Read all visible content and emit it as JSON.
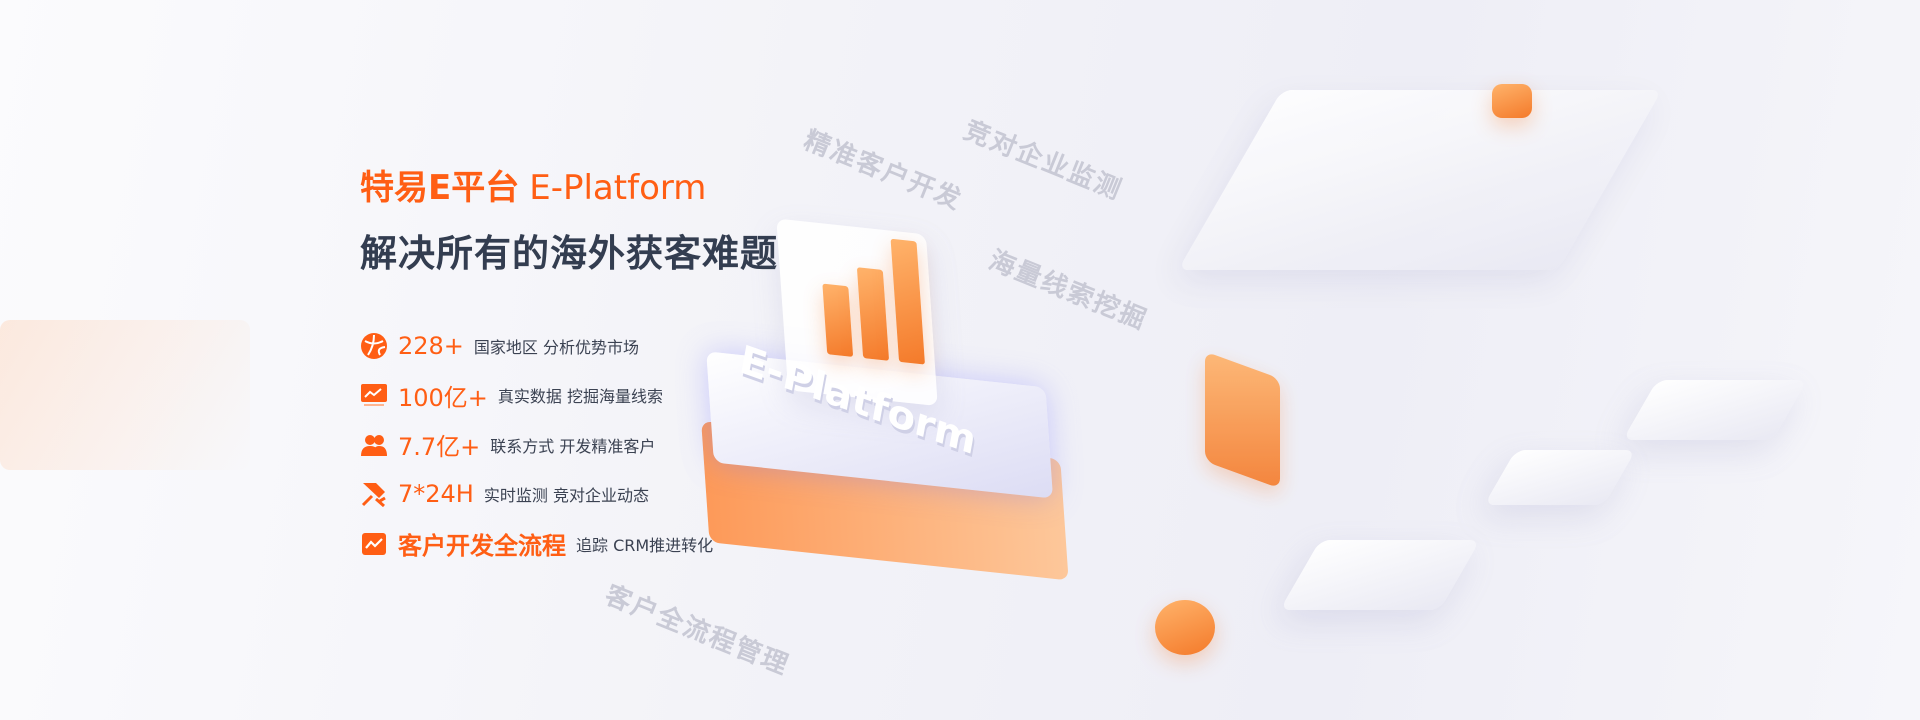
{
  "headline": {
    "brand": "特易E平台",
    "brand_en": "E-Platform",
    "subtitle": "解决所有的海外获客难题"
  },
  "features": [
    {
      "icon": "globe-icon",
      "value": "228+",
      "desc": "国家地区 分析优势市场"
    },
    {
      "icon": "monitor-chart-icon",
      "value": "100亿+",
      "desc": "真实数据 挖掘海量线索"
    },
    {
      "icon": "users-icon",
      "value": "7.7亿+",
      "desc": "联系方式 开发精准客户"
    },
    {
      "icon": "swords-icon",
      "value": "7*24H",
      "desc": "实时监测 竞对企业动态"
    },
    {
      "icon": "trend-icon",
      "value": "客户开发全流程",
      "desc": "追踪  CRM推进转化"
    }
  ],
  "illustration": {
    "labels": [
      "精准客户开发",
      "竞对企业监测",
      "海量线索挖掘",
      "客户全流程管理"
    ],
    "platform_label": "E-Platform"
  },
  "colors": {
    "accent": "#ff5e14",
    "text": "#333d50"
  }
}
